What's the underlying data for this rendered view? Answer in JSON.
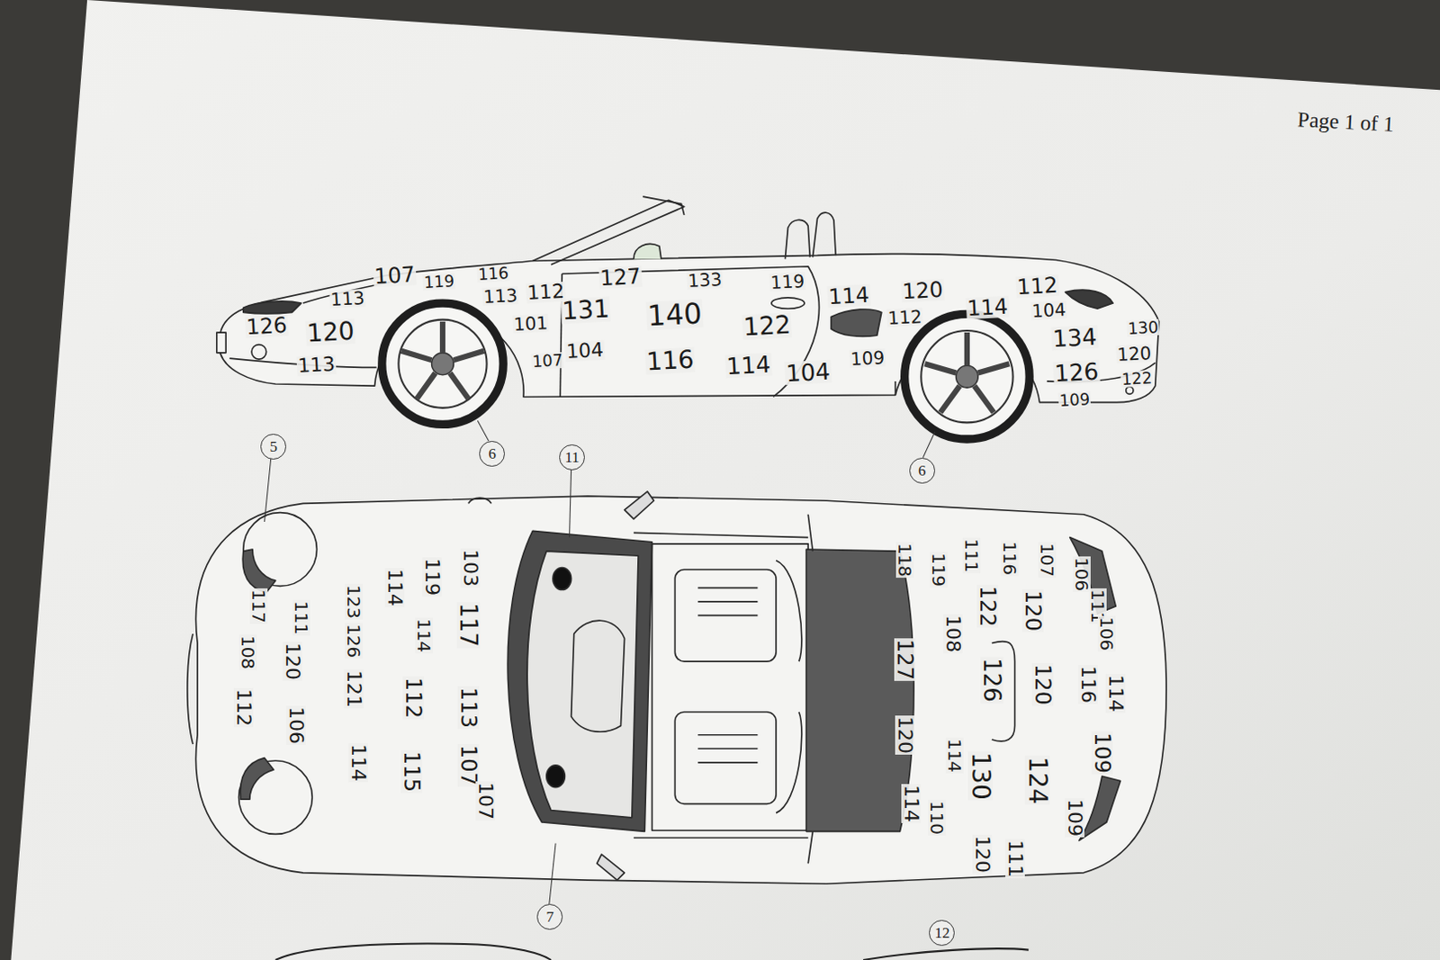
{
  "diagram": {
    "nodes": [
      {
        "text": [
          "5"
        ]
      },
      {
        "text": [
          "6"
        ]
      },
      {
        "text": [
          "11"
        ]
      },
      {
        "text": [
          "6"
        ]
      },
      {
        "text": [
          "7"
        ]
      },
      {
        "text": [
          "12"
        ]
      }
    ],
    "labels": [
      "Page 1 of 1",
      "107",
      "119",
      "116",
      "113",
      "113",
      "112",
      "127",
      "133",
      "119",
      "114",
      "120",
      "112",
      "114",
      "104",
      "131",
      "140",
      "122",
      "112",
      "126",
      "120",
      "101",
      "134",
      "130",
      "107",
      "104",
      "116",
      "114",
      "104",
      "109",
      "113",
      "126",
      "120",
      "122",
      "109",
      "117",
      "108",
      "112",
      "111",
      "120",
      "106",
      "123",
      "126",
      "121",
      "114",
      "114",
      "112",
      "115",
      "119",
      "114",
      "103",
      "117",
      "113",
      "107",
      "107",
      "118",
      "127",
      "120",
      "114",
      "119",
      "108",
      "114",
      "110",
      "111",
      "122",
      "126",
      "130",
      "120",
      "116",
      "120",
      "120",
      "124",
      "111",
      "107",
      "116",
      "109",
      "109",
      "106",
      "111",
      "106",
      "114"
    ]
  }
}
